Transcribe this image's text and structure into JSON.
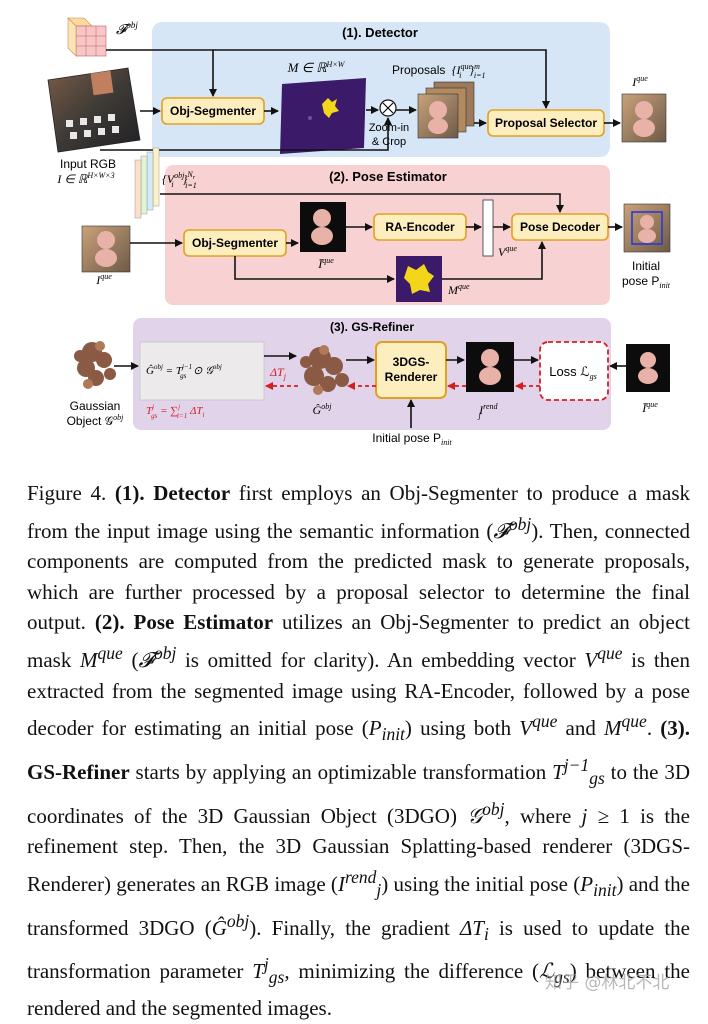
{
  "figure": {
    "feature_label": "𝓕",
    "feature_sup": "obj",
    "detector_title": "(1). Detector",
    "pose_title": "(2). Pose Estimator",
    "refiner_title": "(3). GS-Refiner",
    "input_rgb_label": "Input RGB",
    "input_rgb_math": "I ∈ ℝ",
    "input_rgb_sup": "H×W×3",
    "mask_math": "M ∈ ℝ",
    "mask_sup": "H×W",
    "proposals_label": "Proposals",
    "proposals_math": "{I",
    "proposals_sub": "i",
    "proposals_sup": "que",
    "proposals_tail": "}",
    "proposals_range_sub": "i=1",
    "proposals_range_sup": "m",
    "zoom_label_1": "Zoom-in",
    "zoom_label_2": "& Crop",
    "obj_segmenter_label": "Obj-Segmenter",
    "proposal_selector_label": "Proposal Selector",
    "output_label": "I",
    "output_sup": "que",
    "vobj_math": "{V",
    "vobj_sub": "i",
    "vobj_sup": "obj",
    "vobj_tail": "}",
    "vobj_range_sub": "i=1",
    "vobj_range_sup": "N",
    "vobj_range_sup_sub": "r",
    "pose_input_label": "I",
    "pose_input_sup": "que",
    "ra_encoder_label": "RA-Encoder",
    "pose_decoder_label": "Pose Decoder",
    "seg_img_label": "Ī",
    "seg_img_sup": "que",
    "vque_label": "V",
    "vque_sup": "que",
    "mque_label": "M",
    "mque_sup": "que",
    "initial_label": "Initial",
    "initial_pose_label": "pose P",
    "initial_pose_sub": "init",
    "gaussian_label_1": "Gaussian",
    "gaussian_label_2": "Object 𝒢",
    "gaussian_sup": "obj",
    "transform_eq": "Ĝ",
    "transform_eq_sup": "obj",
    "transform_eq_mid": " = T",
    "transform_eq_sup2": "j−1",
    "transform_eq_sub2": "gs",
    "transform_eq_tail": " ⊙ 𝒢",
    "transform_eq_sup3": "obj",
    "tgs_eq": "T",
    "tgs_sup": "j",
    "tgs_sub": "gs",
    "tgs_tail": " = ∑",
    "tgs_sum_sup": "j",
    "tgs_sum_sub": "i=1",
    "tgs_end": " ΔT",
    "tgs_end_sub": "i",
    "delta_label": "ΔT",
    "delta_sub": "j",
    "ghat_label": "Ĝ",
    "ghat_sup": "obj",
    "renderer_label_1": "3DGS-",
    "renderer_label_2": "Renderer",
    "rend_label": "I",
    "rend_sup": "rend",
    "rend_sub": "j",
    "loss_label": "Loss ℒ",
    "loss_sub": "gs",
    "ibar_label": "Ī",
    "ibar_sup": "que",
    "initial_pose_bottom": "Initial pose P",
    "initial_pose_bottom_sub": "init",
    "colors": {
      "detector_bg": "#d7e6f6",
      "pose_bg": "#f8d2d2",
      "refiner_bg": "#e1d3ea",
      "module_fill": "#fdeec0",
      "module_border": "#e3a020",
      "mask_purple": "#3b1a6a",
      "mask_yellow": "#f2d619",
      "red_arrow": "#d22020"
    }
  },
  "caption": {
    "fig_label": "Figure 4.",
    "s1_head": "(1). Detector",
    "s1_text_a": " first employs an Obj-Segmenter to produce a mask from the input image using the semantic information (",
    "fobj": "𝓕",
    "fobj_sup": "obj",
    "s1_text_b": "). Then, connected components are computed from the predicted mask to generate proposals, which are further processed by a proposal selector to determine the final output. ",
    "s2_head": "(2). Pose Estimator",
    "s2_text_a": " utilizes an Obj-Segmenter to predict an object mask ",
    "m_que": "M",
    "m_que_sup": "que",
    "s2_text_b": " (",
    "fobj2": "𝓕",
    "fobj2_sup": "obj",
    "s2_text_c": " is omitted for clarity). An embedding vector ",
    "v_que": "V",
    "v_que_sup": "que",
    "s2_text_d": " is then extracted from the segmented image using RA-Encoder, followed by a pose decoder for estimating an initial pose (",
    "p_init": "P",
    "p_init_sub": "init",
    "s2_text_e": ") using both ",
    "v_que2": "V",
    "v_que2_sup": "que",
    "s2_text_f": " and ",
    "m_que2": "M",
    "m_que2_sup": "que",
    "s2_text_g": ". ",
    "s3_head": "(3). GS-Refiner",
    "s3_text_a": " starts by applying an optimizable transformation ",
    "t_gs": "T",
    "t_gs_sup": "j−1",
    "t_gs_sub": "gs",
    "s3_text_b": " to the 3D coordinates of the 3D Gaussian Object (3DGO) ",
    "g_obj": "𝒢",
    "g_obj_sup": "obj",
    "s3_text_c": ", where ",
    "j_ge": "j",
    "s3_text_d": " ≥ 1 is the refinement step. Then, the 3D Gaussian Splatting-based renderer (3DGS-Renderer) generates an RGB image (",
    "i_rend": "I",
    "i_rend_sup": "rend",
    "i_rend_sub": "j",
    "s3_text_e": ") using the initial pose (",
    "p_init2": "P",
    "p_init2_sub": "init",
    "s3_text_f": ") and the transformed 3DGO (",
    "g_hat": "Ĝ",
    "g_hat_sup": "obj",
    "s3_text_g": "). Finally, the gradient ",
    "delta_t": "ΔT",
    "delta_t_sub": "i",
    "s3_text_h": " is used to update the transformation parameter ",
    "t_gs2": "T",
    "t_gs2_sup": "j",
    "t_gs2_sub": "gs",
    "s3_text_i": ", minimizing the difference (",
    "l_gs": "ℒ",
    "l_gs_sub": "gs",
    "s3_text_j": ") between the rendered and the segmented images."
  },
  "watermark": "知乎 @林北不北"
}
